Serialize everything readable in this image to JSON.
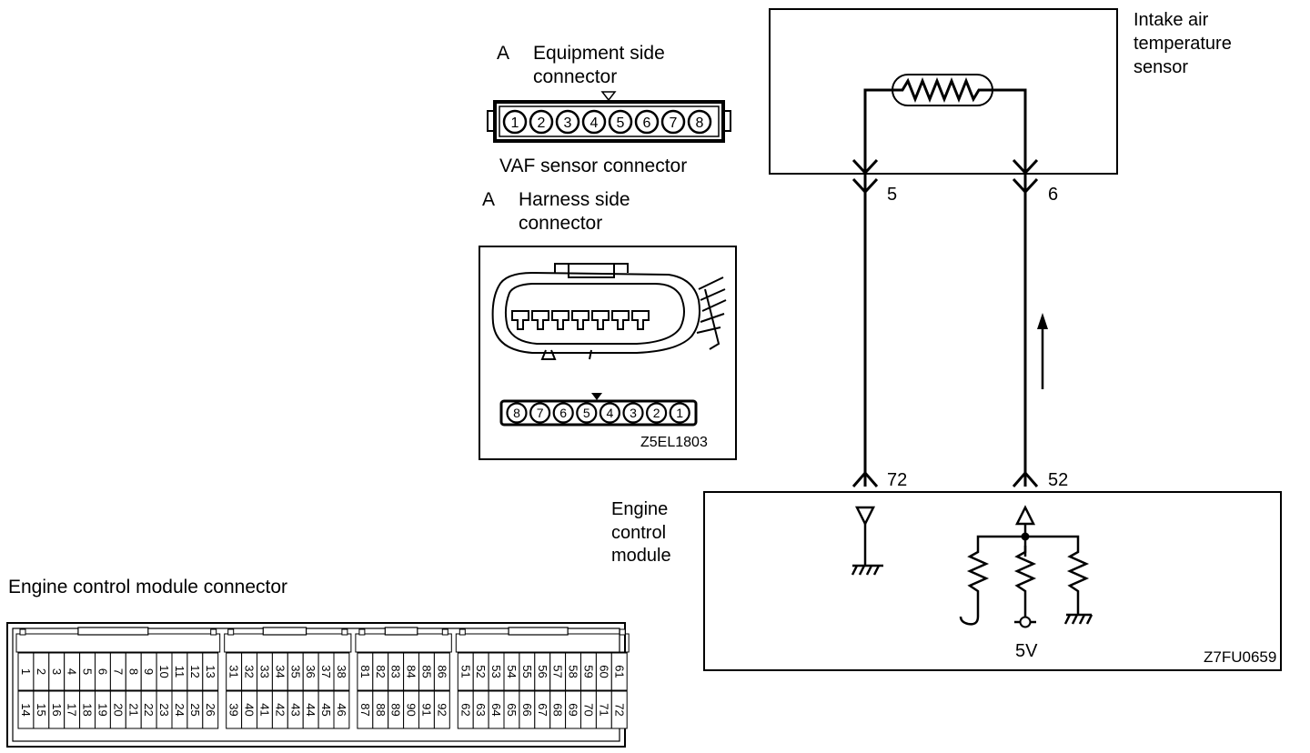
{
  "equipment_connector": {
    "letter": "A",
    "title_line1": "Equipment side",
    "title_line2": "connector",
    "pins": [
      "1",
      "2",
      "3",
      "4",
      "5",
      "6",
      "7",
      "8"
    ],
    "caption": "VAF sensor connector"
  },
  "harness_connector": {
    "letter": "A",
    "title_line1": "Harness side",
    "title_line2": "connector",
    "pins": [
      "8",
      "7",
      "6",
      "5",
      "4",
      "3",
      "2",
      "1"
    ],
    "figure_code": "Z5EL1803"
  },
  "sensor": {
    "label_line1": "Intake air",
    "label_line2": "temperature",
    "label_line3": "sensor",
    "pin_left": "5",
    "pin_right": "6"
  },
  "ecm": {
    "label_line1": "Engine",
    "label_line2": "control",
    "label_line3": "module",
    "pin_left": "72",
    "pin_right": "52",
    "supply": "5V",
    "figure_code": "Z7FU0659"
  },
  "ecm_connector": {
    "title": "Engine control module connector",
    "top_row": [
      "1",
      "2",
      "3",
      "4",
      "5",
      "6",
      "7",
      "8",
      "9",
      "10",
      "11",
      "12",
      "13",
      "31",
      "32",
      "33",
      "34",
      "35",
      "36",
      "37",
      "38",
      "81",
      "82",
      "83",
      "84",
      "85",
      "86",
      "51",
      "52",
      "53",
      "54",
      "55",
      "56",
      "57",
      "58",
      "59",
      "60",
      "61"
    ],
    "bottom_row": [
      "14",
      "15",
      "16",
      "17",
      "18",
      "19",
      "20",
      "21",
      "22",
      "23",
      "24",
      "25",
      "26",
      "39",
      "40",
      "41",
      "42",
      "43",
      "44",
      "45",
      "46",
      "87",
      "88",
      "89",
      "90",
      "91",
      "92",
      "62",
      "63",
      "64",
      "65",
      "66",
      "67",
      "68",
      "69",
      "70",
      "71",
      "72"
    ]
  }
}
